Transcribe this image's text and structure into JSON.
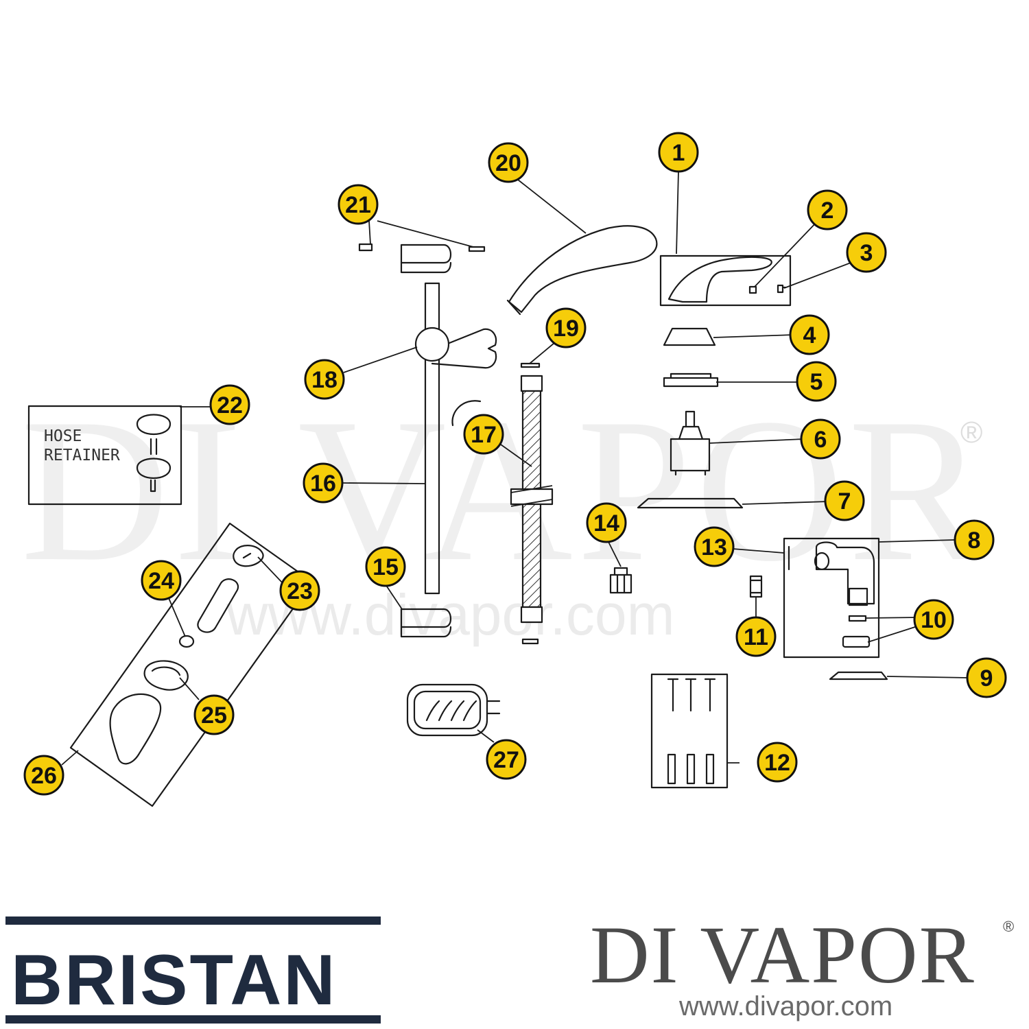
{
  "watermark": {
    "brand": "DI VAPOR",
    "registered": "®",
    "url": "www.divapor.com"
  },
  "callouts": [
    {
      "id": "c1",
      "label": "1"
    },
    {
      "id": "c2",
      "label": "2"
    },
    {
      "id": "c3",
      "label": "3"
    },
    {
      "id": "c4",
      "label": "4"
    },
    {
      "id": "c5",
      "label": "5"
    },
    {
      "id": "c6",
      "label": "6"
    },
    {
      "id": "c7",
      "label": "7"
    },
    {
      "id": "c8",
      "label": "8"
    },
    {
      "id": "c9",
      "label": "9"
    },
    {
      "id": "c10",
      "label": "10"
    },
    {
      "id": "c11",
      "label": "11"
    },
    {
      "id": "c12",
      "label": "12"
    },
    {
      "id": "c13",
      "label": "13"
    },
    {
      "id": "c14",
      "label": "14"
    },
    {
      "id": "c15",
      "label": "15"
    },
    {
      "id": "c16",
      "label": "16"
    },
    {
      "id": "c17",
      "label": "17"
    },
    {
      "id": "c18",
      "label": "18"
    },
    {
      "id": "c19",
      "label": "19"
    },
    {
      "id": "c20",
      "label": "20"
    },
    {
      "id": "c21",
      "label": "21"
    },
    {
      "id": "c22",
      "label": "22"
    },
    {
      "id": "c23",
      "label": "23"
    },
    {
      "id": "c24",
      "label": "24"
    },
    {
      "id": "c25",
      "label": "25"
    },
    {
      "id": "c26",
      "label": "26"
    },
    {
      "id": "c27",
      "label": "27"
    }
  ],
  "hose_retainer": {
    "line1": "HOSE",
    "line2": "RETAINER"
  },
  "logos": {
    "bristan": "BRISTAN",
    "divapor": "DI VAPOR",
    "divapor_registered": "®",
    "divapor_url": "www.divapor.com"
  },
  "colors": {
    "callout_fill": "#f6cd0a",
    "line": "#1a1a1a",
    "bristan_navy": "#1f2b3f",
    "divapor_grey": "#4b4b4b"
  }
}
